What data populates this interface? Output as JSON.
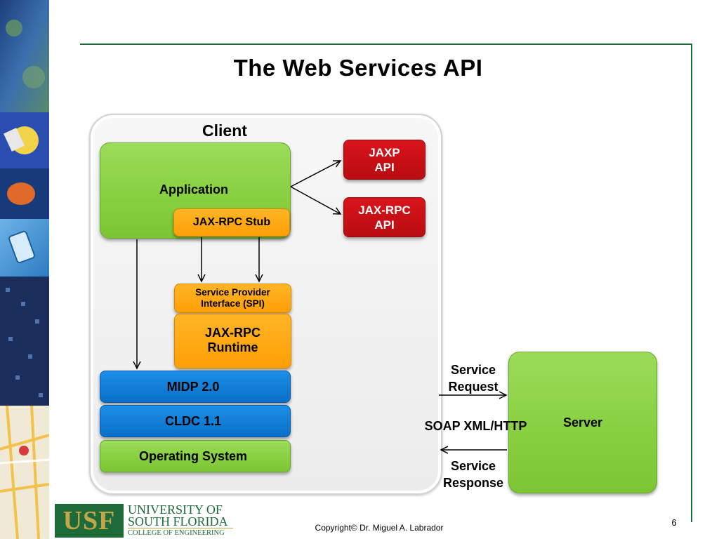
{
  "slide": {
    "title": "The Web Services API",
    "page_number": "6",
    "copyright": "Copyright© Dr. Miguel A. Labrador"
  },
  "logo": {
    "abbr": "USF",
    "line1": "UNIVERSITY OF",
    "line2": "SOUTH FLORIDA",
    "line3": "COLLEGE OF ENGINEERING"
  },
  "diagram": {
    "client_label": "Client",
    "application": "Application",
    "jaxrpc_stub": "JAX-RPC Stub",
    "jaxp_api": "JAXP API",
    "jaxrpc_api": "JAX-RPC API",
    "spi_line1": "Service Provider",
    "spi_line2": "Interface (SPI)",
    "runtime_line1": "JAX-RPC",
    "runtime_line2": "Runtime",
    "midp": "MIDP 2.0",
    "cldc": "CLDC 1.1",
    "os": "Operating System",
    "server": "Server",
    "service_request_line1": "Service",
    "service_request_line2": "Request",
    "protocol": "SOAP XML/HTTP",
    "service_response_line1": "Service",
    "service_response_line2": "Response"
  },
  "colors": {
    "green": "#8ad23e",
    "orange": "#ffa410",
    "blue": "#0f78d6",
    "red": "#c8101a",
    "frame": "#1e6b3a",
    "logo_green": "#1e6b3a",
    "logo_gold": "#c4a54a"
  }
}
